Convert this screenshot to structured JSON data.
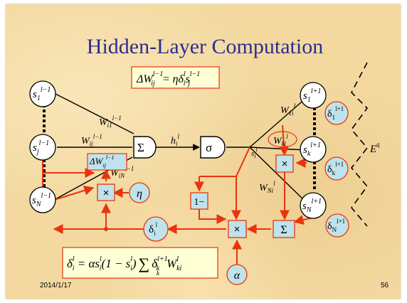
{
  "slide": {
    "title": "Hidden-Layer Computation",
    "date": "2014/1/17",
    "page_number": "56"
  },
  "formulas": {
    "weight_update": {
      "lhs": "ΔW",
      "lhs_sub": "ij",
      "lhs_sup": "l−1",
      "eq": " = ηδ",
      "d_sub": "i",
      "d_sup": "l",
      "s": "s",
      "s_sub": "j",
      "s_sup": "l−1"
    },
    "delta": {
      "lhs": "δ",
      "lhs_sub": "i",
      "lhs_sup": "l",
      "eq": " = αs",
      "s_sub": "i",
      "s_sup": "l",
      "paren": "(1 − s",
      "p_sub": "i",
      "p_sup": "l",
      "close": ")",
      "sum": "∑",
      "sum_sub": "k",
      "d": "δ",
      "d_sub": "k",
      "d_sup": "l+1",
      "w": "W",
      "w_sub": "ki",
      "w_sup": "l"
    }
  },
  "nodes": {
    "s1_prev": {
      "base": "s",
      "sub": "1",
      "sup": "l−1"
    },
    "sj_prev": {
      "base": "s",
      "sub": "j",
      "sup": "l−1"
    },
    "sN_prev": {
      "base": "s",
      "sub": "N",
      "sup": "l−1"
    },
    "s1_next": {
      "base": "s",
      "sub": "1",
      "sup": "l+1"
    },
    "sk_next": {
      "base": "s",
      "sub": "k",
      "sup": "l+1"
    },
    "sN_next": {
      "base": "s",
      "sub": "N",
      "sup": "l+1"
    }
  },
  "operators": {
    "sum": "Σ",
    "sigma": "σ",
    "sum_bottom": "Σ",
    "mult_left": "×",
    "mult_mid": "×",
    "mult_right": "×",
    "one_minus": "1−"
  },
  "constants": {
    "eta": "η",
    "alpha": "α"
  },
  "deltas": {
    "d1": {
      "base": "δ",
      "sub": "1",
      "sup": "l+1"
    },
    "dk": {
      "base": "δ",
      "sub": "k",
      "sup": "l+1"
    },
    "dN": {
      "base": "δ",
      "sub": "N",
      "sup": "l+1"
    },
    "di": {
      "base": "δ",
      "sub": "i",
      "sup": "l"
    }
  },
  "labels": {
    "w_i1": {
      "base": "W",
      "sub": "i1",
      "sup": "l−1"
    },
    "w_ij": {
      "base": "W",
      "sub": "ij",
      "sup": "l−1"
    },
    "w_iN": {
      "base": "W",
      "sub": "iN",
      "sup": "l−1"
    },
    "dw_ij": {
      "base": "ΔW",
      "sub": "ij",
      "sup": "l−1"
    },
    "h_i": {
      "base": "h",
      "sub": "i",
      "sup": "l"
    },
    "s_i": {
      "base": "s",
      "sub": "i",
      "sup": "l"
    },
    "w_1i": {
      "base": "W",
      "sub": "1i",
      "sup": "l"
    },
    "w_ki": {
      "base": "W",
      "sub": "ki",
      "sup": "l"
    },
    "w_Ni": {
      "base": "W",
      "sub": "Ni",
      "sup": "l"
    },
    "eq": {
      "base": "E",
      "sup": "q"
    }
  },
  "colors": {
    "title": "#2d2d8f",
    "flow": "#e8340e",
    "box_fill": "#bfe3ec",
    "formula_fill": "#ffffd6"
  }
}
